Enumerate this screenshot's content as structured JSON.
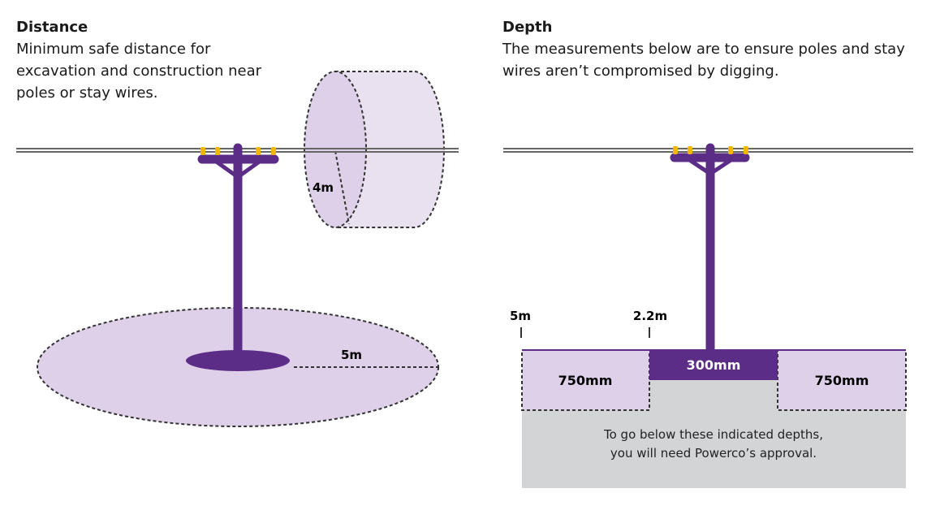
{
  "distance": {
    "title": "Distance",
    "description": "Minimum safe distance for excavation and construction near poles or stay wires.",
    "ground_radius_label": "5m",
    "overhead_radius_label": "4m"
  },
  "depth": {
    "title": "Depth",
    "description": "The measurements below are to ensure poles and stay wires aren’t compromised by digging.",
    "marker_outer_label": "5m",
    "marker_inner_label": "2.2m",
    "left_zone_label": "750mm",
    "center_zone_label": "300mm",
    "right_zone_label": "750mm",
    "note_line1": "To go below these indicated depths,",
    "note_line2": "you will need Powerco’s approval."
  },
  "colors": {
    "pole": "#5c2d87",
    "zone": "#ddd0e8",
    "ground": "#d3d4d6",
    "insulator": "#f2b705"
  }
}
